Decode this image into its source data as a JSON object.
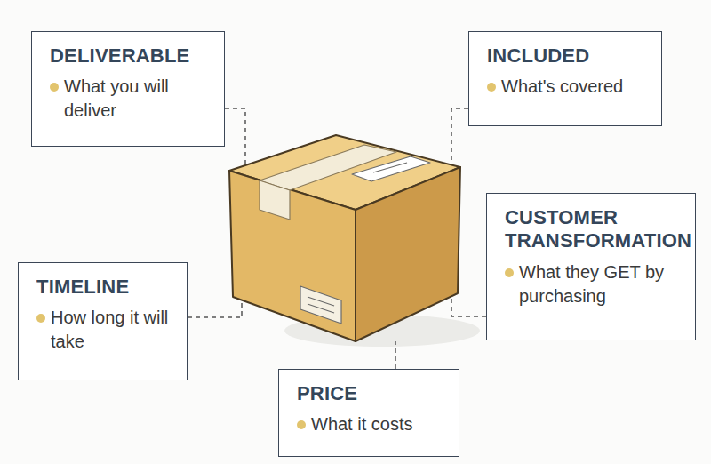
{
  "diagram": {
    "nodes": [
      {
        "text": [
          "DELIVERABLE",
          "What you will deliver"
        ]
      },
      {
        "text": [
          "INCLUDED",
          "What's covered"
        ]
      },
      {
        "text": [
          "CUSTOMER TRANSFORMATION",
          "What they GET by purchasing"
        ]
      },
      {
        "text": [
          "TIMELINE",
          "How long it will take"
        ]
      },
      {
        "text": [
          "PRICE",
          "What it costs"
        ]
      }
    ]
  }
}
